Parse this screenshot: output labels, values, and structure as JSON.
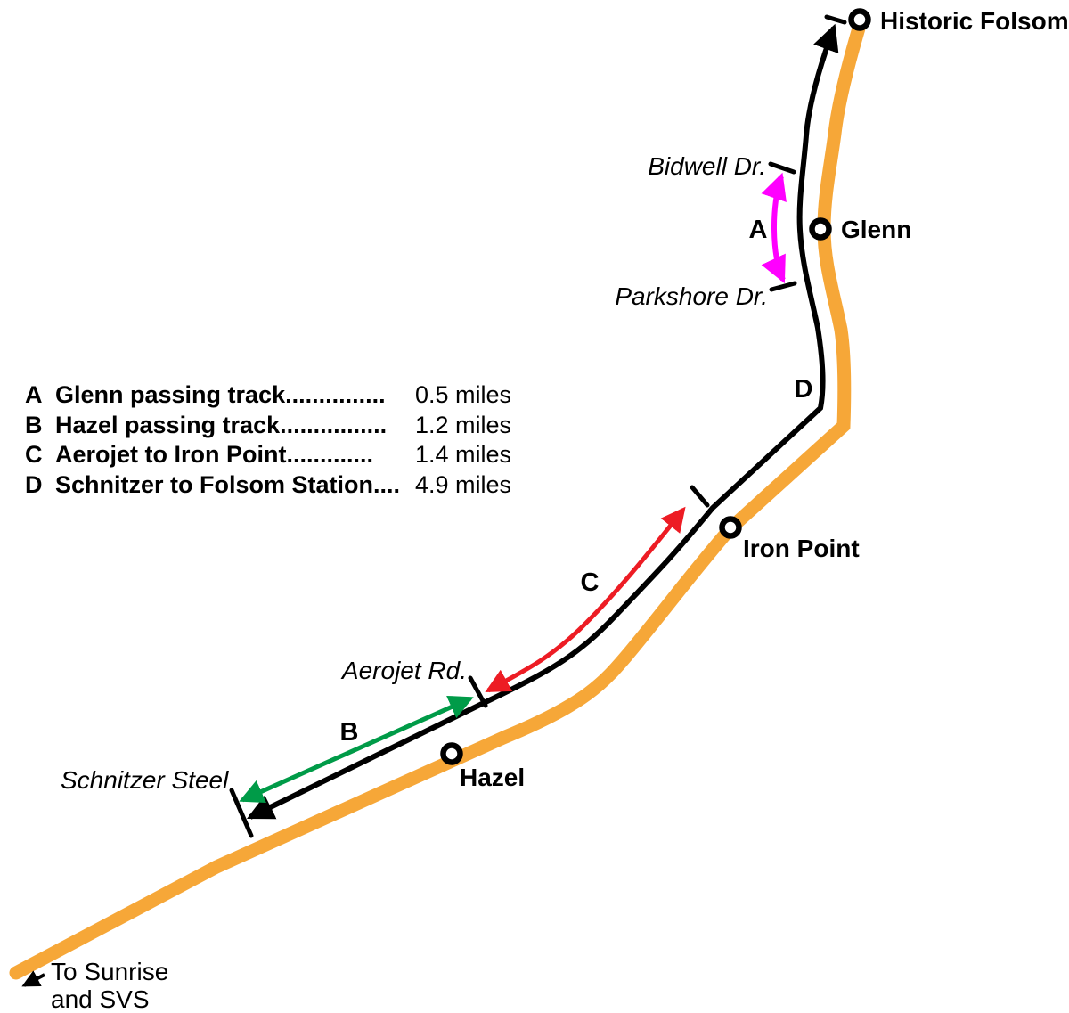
{
  "colors": {
    "route": "#F6A738",
    "track": "#000000",
    "passing_a": "#FF00FF",
    "passing_b": "#009B48",
    "passing_c": "#ED1C24"
  },
  "stations": {
    "historic_folsom": "Historic Folsom",
    "glenn": "Glenn",
    "iron_point": "Iron Point",
    "hazel": "Hazel"
  },
  "roads": {
    "bidwell": "Bidwell Dr.",
    "parkshore": "Parkshore Dr.",
    "aerojet": "Aerojet Rd.",
    "schnitzer": "Schnitzer Steel"
  },
  "segment_letters": {
    "a": "A",
    "b": "B",
    "c": "C",
    "d": "D"
  },
  "legend": {
    "items": [
      {
        "letter": "A",
        "label": "Glenn passing track...............",
        "value": "0.5 miles",
        "color": "#FF00FF"
      },
      {
        "letter": "B",
        "label": "Hazel passing track................",
        "value": "1.2 miles",
        "color": "#009B48"
      },
      {
        "letter": "C",
        "label": "Aerojet to Iron Point.............",
        "value": "1.4 miles",
        "color": "#ED1C24"
      },
      {
        "letter": "D",
        "label": "Schnitzer to Folsom Station....",
        "value": "4.9 miles",
        "color": "#000000"
      }
    ]
  },
  "offmap": {
    "line1": "To Sunrise",
    "line2": "and SVS"
  }
}
